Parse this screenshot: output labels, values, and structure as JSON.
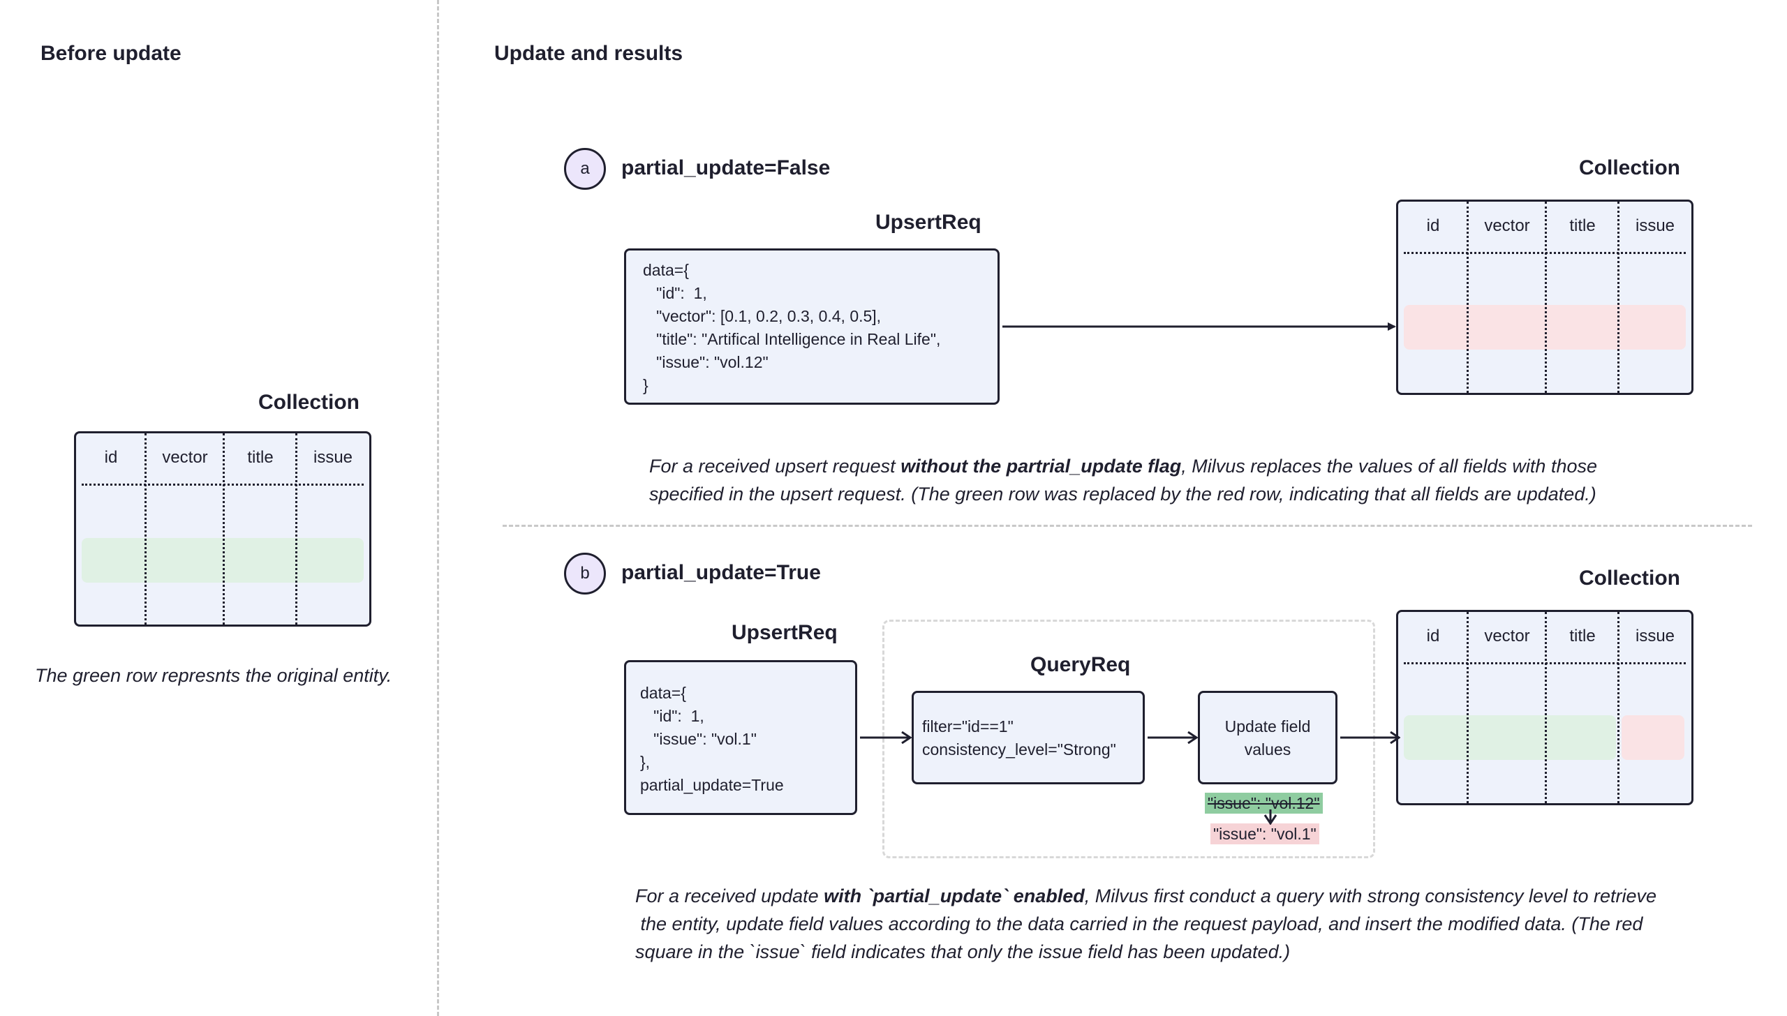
{
  "left": {
    "title": "Before update",
    "collection": {
      "title": "Collection",
      "columns": [
        "id",
        "vector",
        "title",
        "issue"
      ]
    },
    "caption": "The green row represnts the original entity."
  },
  "right": {
    "title": "Update and results",
    "a": {
      "badge": "a",
      "label": "partial_update=False",
      "upsert_title": "UpsertReq",
      "upsert_lines": [
        "data={",
        "   \"id\":  1,",
        "   \"vector\": [0.1, 0.2, 0.3, 0.4, 0.5],",
        "   \"title\": \"Artifical Intelligence in Real Life\",",
        "   \"issue\": \"vol.12\"",
        "}"
      ],
      "collection": {
        "title": "Collection",
        "columns": [
          "id",
          "vector",
          "title",
          "issue"
        ]
      },
      "caption_pre": "For a received upsert request ",
      "caption_bold": "without the partrial_update flag",
      "caption_post": ", Milvus replaces the values of all fields with those",
      "caption_line2": "specified in the upsert request. (The green row was replaced by the red row, indicating that all fields are updated.)"
    },
    "b": {
      "badge": "b",
      "label": "partial_update=True",
      "upsert_title": "UpsertReq",
      "upsert_lines": [
        "data={",
        "   \"id\":  1,",
        "   \"issue\": \"vol.1\"",
        "},",
        "partial_update=True"
      ],
      "query_title": "QueryReq",
      "query_lines": [
        "filter=\"id==1\"",
        "consistency_level=\"Strong\""
      ],
      "update_lines": [
        "Update field",
        "values"
      ],
      "old_value": "\"issue\": \"vol.12\"",
      "new_value": "\"issue\": \"vol.1\"",
      "collection": {
        "title": "Collection",
        "columns": [
          "id",
          "vector",
          "title",
          "issue"
        ]
      },
      "caption_pre": "For a received update ",
      "caption_bold": "with `partial_update` enabled",
      "caption_post": ", Milvus first conduct a query with strong consistency level to retrieve",
      "caption_line2": " the entity, update field values according to the data carried in the request payload, and insert the modified data. (The red",
      "caption_line3": "square in the `issue` field indicates that only the issue field has been updated.)"
    }
  },
  "colors": {
    "box_fill": "#eef2fb",
    "outline": "#1f1f2e",
    "green_row": "#e0f1e4",
    "red_row": "#fae3e5",
    "badge_fill": "#ece6fb",
    "old_value_bg": "#8fcca0",
    "new_value_bg": "#f6d3d6"
  }
}
